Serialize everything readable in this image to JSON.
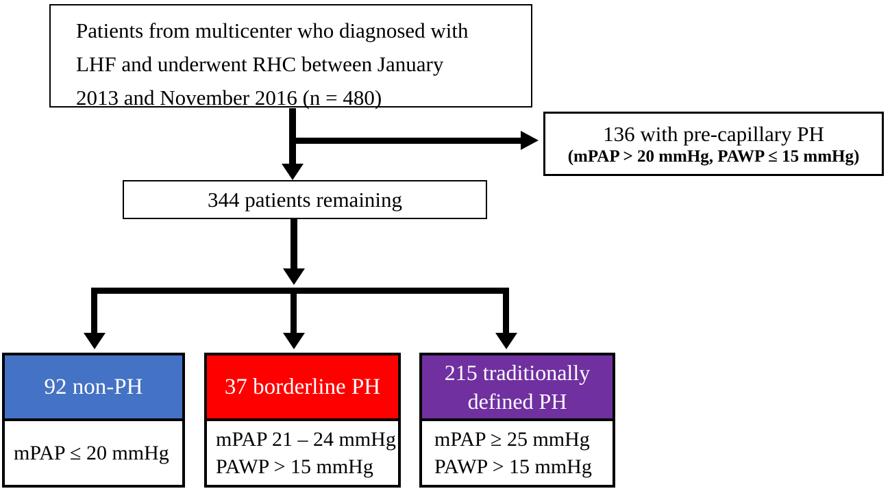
{
  "figure": {
    "type": "flowchart",
    "background_color": "#ffffff",
    "line_color": "#000000"
  },
  "flowchart": {
    "top_box": {
      "lines": [
        "Patients from multicenter who diagnosed with",
        "LHF and underwent RHC between January",
        "2013 and November 2016 (n = 480)"
      ]
    },
    "precapillary_box": {
      "line1": "136 with pre-capillary PH",
      "line2": "(mPAP > 20 mmHg, PAWP ≤ 15 mmHg)"
    },
    "remaining_box": {
      "text": "344 patients remaining"
    },
    "outcome_boxes": [
      {
        "title": "92 non-PH",
        "color": "#4472C4",
        "criteria": [
          "mPAP ≤ 20 mmHg"
        ]
      },
      {
        "title": "37 borderline PH",
        "color": "#FE0000",
        "criteria": [
          "mPAP 21 – 24 mmHg",
          "PAWP > 15 mmHg"
        ]
      },
      {
        "title": "215 traditionally defined PH",
        "color": "#7030A0",
        "criteria": [
          "mPAP ≥ 25 mmHg",
          "PAWP > 15 mmHg"
        ]
      }
    ]
  }
}
